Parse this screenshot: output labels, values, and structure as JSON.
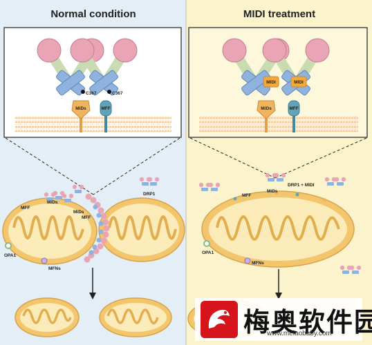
{
  "panels": {
    "left": {
      "title": "Normal condition",
      "bg": "#e4eef6"
    },
    "right": {
      "title": "MIDI treatment",
      "bg": "#fbf3cc"
    }
  },
  "inset_labels": {
    "c367_a": "C367",
    "c367_b": "C367",
    "mids": "MiDs",
    "mff": "MFF",
    "midi_a": "MIDI",
    "midi_b": "MIDI"
  },
  "mito_labels": {
    "left_mff": "MFF",
    "left_mids": "MiDs",
    "left_mids_center": "MiDs",
    "left_mff_center": "MFF",
    "left_drp1": "DRP1",
    "left_opa1": "OPA1",
    "left_mfns": "MFNs",
    "right_mids": "MiDs",
    "right_drp1_midi": "DRP1 + MIDI",
    "right_mff": "MFF",
    "right_opa1": "OPA1",
    "right_mfns": "MFNs"
  },
  "watermark": {
    "name": "梅奥软件园",
    "url": "www.meiaobaby.com"
  },
  "colors": {
    "drp1_head": "#e9a5b6",
    "drp1_neck": "#c9dcb1",
    "drp1_body": "#8fb3de",
    "mids": "#f0b45e",
    "mff": "#5fa4b8",
    "mito_outer": "#f3c56c",
    "mito_inner": "#fbebb8",
    "membrane": "#f4d2a6"
  }
}
